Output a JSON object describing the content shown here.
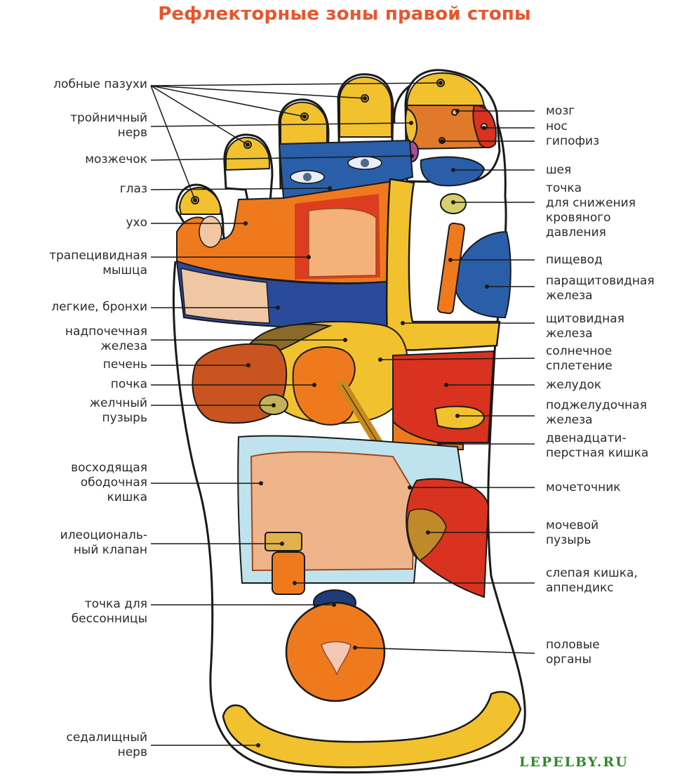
{
  "title": "Рефлекторные зоны правой стопы",
  "watermark": "LEPELBY.RU",
  "labels_left": [
    {
      "id": "frontal-sinuses",
      "text": "лобные пазухи"
    },
    {
      "id": "trigeminal-nerve",
      "text": "тройничный\nнерв"
    },
    {
      "id": "cerebellum",
      "text": "мозжечок"
    },
    {
      "id": "eye",
      "text": "глаз"
    },
    {
      "id": "ear",
      "text": "ухо"
    },
    {
      "id": "trapezius",
      "text": "трапецивидная\nмышца"
    },
    {
      "id": "lungs",
      "text": "легкие, бронхи"
    },
    {
      "id": "adrenal",
      "text": "надпочечная\nжелеза"
    },
    {
      "id": "liver",
      "text": "печень"
    },
    {
      "id": "kidney",
      "text": "почка"
    },
    {
      "id": "gallbladder",
      "text": "желчный\nпузырь"
    },
    {
      "id": "ascending-colon",
      "text": "восходящая\nободочная\nкишка"
    },
    {
      "id": "ileocecal-valve",
      "text": "илеоциональ-\nный клапан"
    },
    {
      "id": "insomnia-point",
      "text": "точка для\nбессонницы"
    },
    {
      "id": "sciatic-nerve",
      "text": "седалищный\nнерв"
    }
  ],
  "labels_right": [
    {
      "id": "brain",
      "text": "мозг"
    },
    {
      "id": "nose",
      "text": "нос"
    },
    {
      "id": "pituitary",
      "text": "гипофиз"
    },
    {
      "id": "neck",
      "text": "шея"
    },
    {
      "id": "blood-pressure-point",
      "text": "точка\nдля снижения\nкровяного\nдавления"
    },
    {
      "id": "esophagus",
      "text": "пищевод"
    },
    {
      "id": "parathyroid",
      "text": "паращитовидная\nжелеза"
    },
    {
      "id": "thyroid",
      "text": "щитовидная\nжелеза"
    },
    {
      "id": "solar-plexus",
      "text": "солнечное\nсплетение"
    },
    {
      "id": "stomach",
      "text": "желудок"
    },
    {
      "id": "pancreas",
      "text": "поджелудочная\nжелеза"
    },
    {
      "id": "duodenum",
      "text": "двенадцати-\nперстная кишка"
    },
    {
      "id": "ureter",
      "text": "мочеточник"
    },
    {
      "id": "bladder",
      "text": "мочевой\nпузырь"
    },
    {
      "id": "appendix",
      "text": "слепая кишка,\nаппендикс"
    },
    {
      "id": "genitals",
      "text": "половые\nорганы"
    }
  ],
  "colors": {
    "title": "#e8552b",
    "yellow": "#f2c12e",
    "orange": "#ef7a1e",
    "red": "#d9321f",
    "blue": "#2a5ea8",
    "navy": "#1f3b7a",
    "lightblue": "#bfe3ee",
    "outline": "#1a1a1a"
  }
}
